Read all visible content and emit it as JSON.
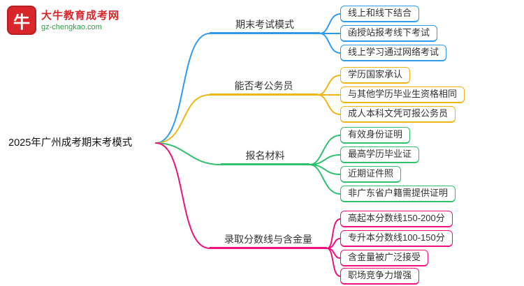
{
  "logo": {
    "site_name": "大牛教育成考网",
    "domain": "gz-chengkao.com",
    "icon_label": "牛"
  },
  "root": {
    "label": "2025年广州成考期末考模式"
  },
  "branches": [
    {
      "label": "期末考试模式",
      "color": "#2e9bf0",
      "leaves": [
        "线上和线下结合",
        "函授站报考线下考试",
        "线上学习通过网络考试"
      ]
    },
    {
      "label": "能否考公务员",
      "color": "#f0b616",
      "leaves": [
        "学历国家承认",
        "与其他学历毕业生资格相同",
        "成人本科文凭可报公务员"
      ]
    },
    {
      "label": "报名材料",
      "color": "#30c06e",
      "leaves": [
        "有效身份证明",
        "最高学历毕业证",
        "近期证件照",
        "非广东省户籍需提供证明"
      ]
    },
    {
      "label": "录取分数线与含金量",
      "color": "#ef117c",
      "leaves": [
        "高起本分数线150-200分",
        "专升本分数线100-150分",
        "含金量被广泛接受",
        "职场竞争力增强"
      ]
    }
  ]
}
